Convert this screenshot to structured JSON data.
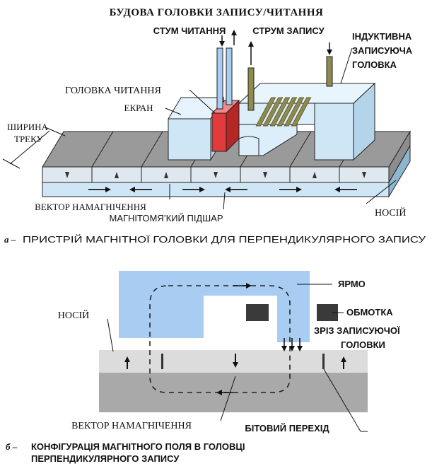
{
  "title": "БУДОВА ГОЛОВКИ ЗАПИСУ/ЧИТАННЯ",
  "part_a": {
    "read_current": "СТУМ ЧИТАННЯ",
    "write_current": "СТРУМ ЗАПИСУ",
    "inductive_head": [
      "ІНДУКТИВНА",
      "ЗАПИСУЮЧА",
      "ГОЛОВКА"
    ],
    "read_head": "ГОЛОВКА ЧИТАННЯ",
    "shield": "ЕКРАН",
    "track_width": [
      "ШИРИНА",
      "ТРЕКУ"
    ],
    "magnetization_vector": "ВЕКТОР НАМАГНІЧЕННЯ",
    "soft_underlayer": "МАГНІТОМЯ’КИЙ ПІДШАР",
    "medium": "НОСІЙ",
    "caption_letter": "а –",
    "caption": "ПРИСТРІЙ МАГНІТНОЇ ГОЛОВКИ ДЛЯ ПЕРПЕНДИКУЛЯРНОГО ЗАПИСУ"
  },
  "part_b": {
    "yoke": "ЯРМО",
    "medium": "НОСІЙ",
    "coil": "ОБМОТКА",
    "write_pole_cut": [
      "ЗРІЗ ЗАПИСУЮЧОЇ",
      "ГОЛОВКИ"
    ],
    "magnetization_vector": "ВЕКТОР НАМАГНІЧЕННЯ",
    "bit_transition": "БІТОВИЙ ПЕРЕХІД",
    "caption_letter": "б –",
    "caption": [
      "КОНФІГУРАЦІЯ МАГНІТНОГО ПОЛЯ В ГОЛОВЦІ",
      "ПЕРПЕНДИКУЛЯРНОГО ЗАПИСУ"
    ]
  },
  "colors": {
    "light_blue": "#c9e3f4",
    "head_blue": "#dbeefa",
    "yoke_blue": "#a9ccf2",
    "red_head": "#e23b3b",
    "coil_olive": "#8f8a4e",
    "medium_gray": "#bdbdbd",
    "underlayer_gray": "#a9a9a9"
  }
}
